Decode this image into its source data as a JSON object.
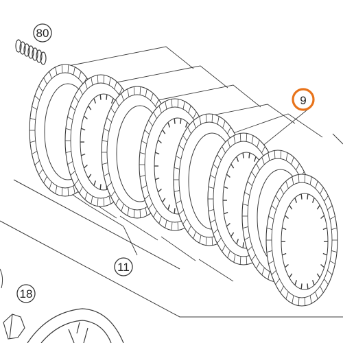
{
  "colors": {
    "line": "#3a3a3a",
    "highlight": "#e8731a",
    "background": "#ffffff"
  },
  "callouts": [
    {
      "id": "spring",
      "label": "80",
      "highlighted": false
    },
    {
      "id": "plates-group-a",
      "label": "9",
      "highlighted": true
    },
    {
      "id": "plates-group-b",
      "label": "11",
      "highlighted": false
    },
    {
      "id": "hub",
      "label": "18",
      "highlighted": false
    }
  ]
}
